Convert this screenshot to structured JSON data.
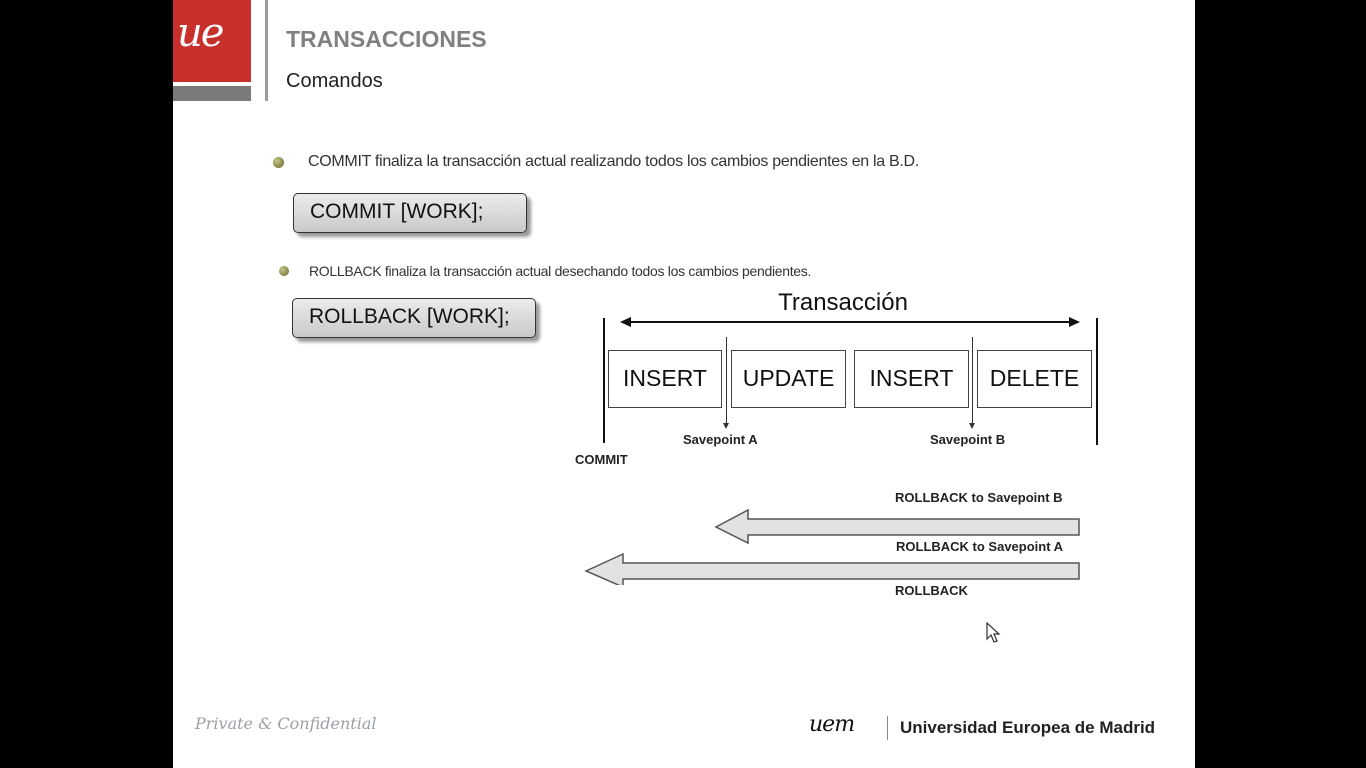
{
  "header": {
    "logo_text": "ue",
    "title": "TRANSACCIONES",
    "subtitle": "Comandos"
  },
  "bullets": [
    {
      "text": "COMMIT finaliza la transacción actual realizando todos los cambios pendientes en la B.D.",
      "code": "COMMIT [WORK];"
    },
    {
      "text": "ROLLBACK finaliza la transacción actual desechando todos los cambios pendientes.",
      "code": "ROLLBACK [WORK];"
    }
  ],
  "diagram": {
    "title": "Transacción",
    "operations": [
      "INSERT",
      "UPDATE",
      "INSERT",
      "DELETE"
    ],
    "savepoint_a": "Savepoint A",
    "savepoint_b": "Savepoint B",
    "commit_label": "COMMIT",
    "rollbacks": [
      "ROLLBACK to Savepoint B",
      "ROLLBACK to Savepoint A",
      "ROLLBACK"
    ]
  },
  "footer": {
    "left": "Private & Confidential",
    "logo_text": "uem",
    "right": "Universidad Europea de Madrid"
  },
  "colors": {
    "brand_red": "#c8302b",
    "bullet_olive": "#7f8040",
    "arrow_fill": "#e2e2e2"
  }
}
